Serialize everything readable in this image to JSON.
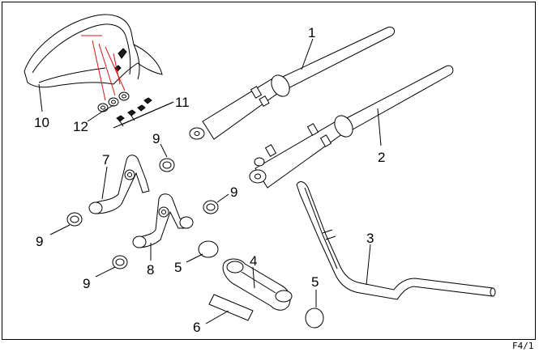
{
  "figure": {
    "page_code": "F4/1",
    "callouts": [
      {
        "id": "c1",
        "label": "1"
      },
      {
        "id": "c2",
        "label": "2"
      },
      {
        "id": "c3",
        "label": "3"
      },
      {
        "id": "c4",
        "label": "4"
      },
      {
        "id": "c5a",
        "label": "5"
      },
      {
        "id": "c5b",
        "label": "5"
      },
      {
        "id": "c6",
        "label": "6"
      },
      {
        "id": "c7",
        "label": "7"
      },
      {
        "id": "c8",
        "label": "8"
      },
      {
        "id": "c9a",
        "label": "9"
      },
      {
        "id": "c9b",
        "label": "9"
      },
      {
        "id": "c9c",
        "label": "9"
      },
      {
        "id": "c9d",
        "label": "9"
      },
      {
        "id": "c10",
        "label": "10"
      },
      {
        "id": "c11",
        "label": "11"
      },
      {
        "id": "c12",
        "label": "12"
      }
    ]
  },
  "colors": {
    "line": "#000000",
    "leader_red": "#d01818",
    "background": "#ffffff"
  }
}
